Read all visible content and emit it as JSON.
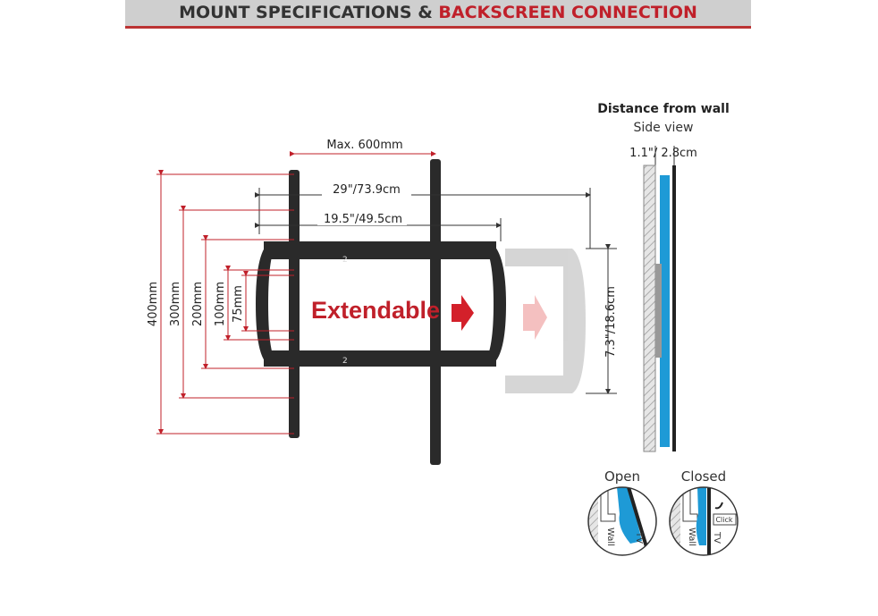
{
  "header": {
    "title_part1": "MOUNT SPECIFICATIONS & ",
    "title_part2": "BACKSCREEN CONNECTION"
  },
  "colors": {
    "accent_red": "#c0202a",
    "blue": "#1e9ad6",
    "header_bg": "#cfcfcf"
  },
  "front": {
    "max_width": "Max. 600mm",
    "width_extended": "29\"/73.9cm",
    "width_collapsed": "19.5\"/49.5cm",
    "height": "7.3\"/18.6cm",
    "vesa_heights": [
      "400mm",
      "300mm",
      "200mm",
      "100mm",
      "75mm"
    ],
    "extendable": "Extendable",
    "hole_mark": "2"
  },
  "side": {
    "title": "Distance from wall",
    "subtitle": "Side view",
    "distance": "1.1\"/ 2.8cm"
  },
  "details": {
    "open_label": "Open",
    "closed_label": "Closed",
    "wall": "Wall",
    "tv": "TV",
    "click": "Click"
  }
}
